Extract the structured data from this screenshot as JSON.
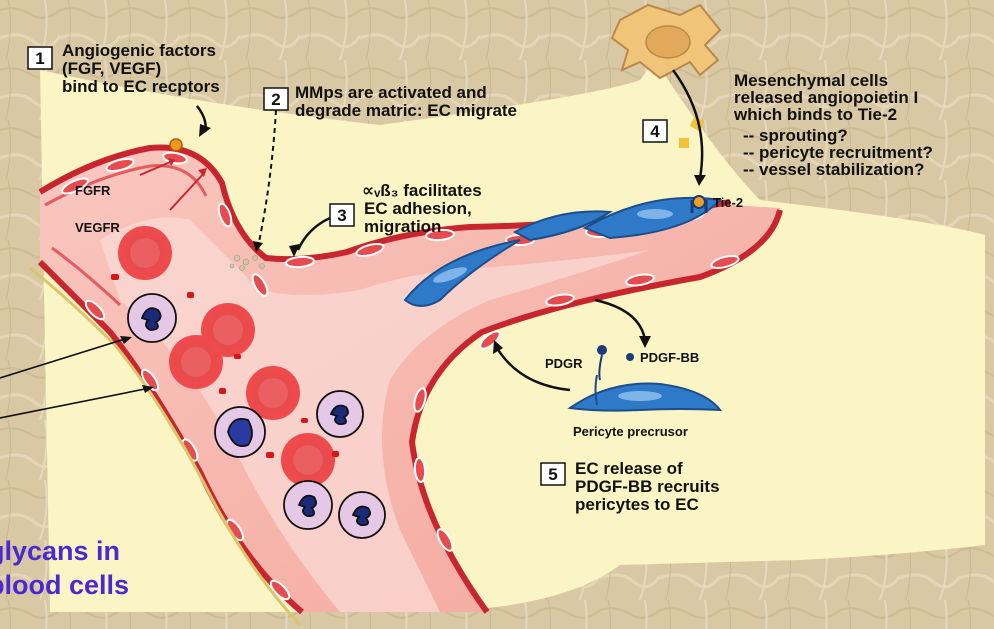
{
  "steps": {
    "step1": {
      "number": "1",
      "lines": [
        "Angiogenic factors",
        "(FGF, VEGF)",
        "bind to EC recptors"
      ]
    },
    "step2": {
      "number": "2",
      "lines": [
        "MMps are activated and",
        "degrade matric: EC migrate"
      ]
    },
    "step3": {
      "number": "3",
      "lines": [
        "∝ᵥß₃ facilitates",
        "EC adhesion,",
        "migration"
      ]
    },
    "step4": {
      "number": "4",
      "lines": [
        "-- sprouting?",
        "-- pericyte recruitment?",
        "-- vessel stabilization?"
      ]
    },
    "step5": {
      "number": "5",
      "lines": [
        "EC release of",
        "PDGF-BB recruits",
        "pericytes to EC"
      ]
    }
  },
  "mesenchymal": {
    "lines": [
      "Mesenchymal cells",
      "released angiopoietin I",
      "which binds to Tie-2"
    ]
  },
  "labels": {
    "fgfr": "FGFR",
    "vegfr": "VEGFR",
    "tie2": "Tie-2",
    "pdgr": "PDGR",
    "pdgf_bb": "PDGF-BB",
    "pericyte_precursor": "Pericyte precrusor"
  },
  "overlay": {
    "line1": "glycans in",
    "line2": "blood cells"
  },
  "colors": {
    "background_parchment": "#d9c9a6",
    "panel_yellow": "#fbf4c5",
    "vessel_pink": "#f6b7ad",
    "vessel_wall": "#c8262e",
    "pericyte_blue": "#2f79c9",
    "overlay_text": "#4a2ad0",
    "rbc_red": "#e83a3f",
    "leukocyte_fill": "#e5c8e6"
  }
}
